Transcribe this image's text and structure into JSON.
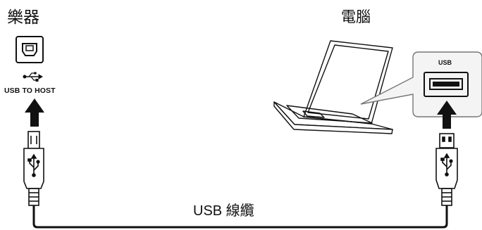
{
  "diagram": {
    "instrument_label": "樂器",
    "computer_label": "電腦",
    "port_label": "USB TO HOST",
    "usb_port_label": "USB",
    "cable_label": "USB 線纜"
  },
  "icons": [
    "usb-b-port-icon",
    "usb-trident-icon",
    "laptop-icon",
    "usb-a-port-icon",
    "usb-plug-icon",
    "arrow-up-icon"
  ]
}
